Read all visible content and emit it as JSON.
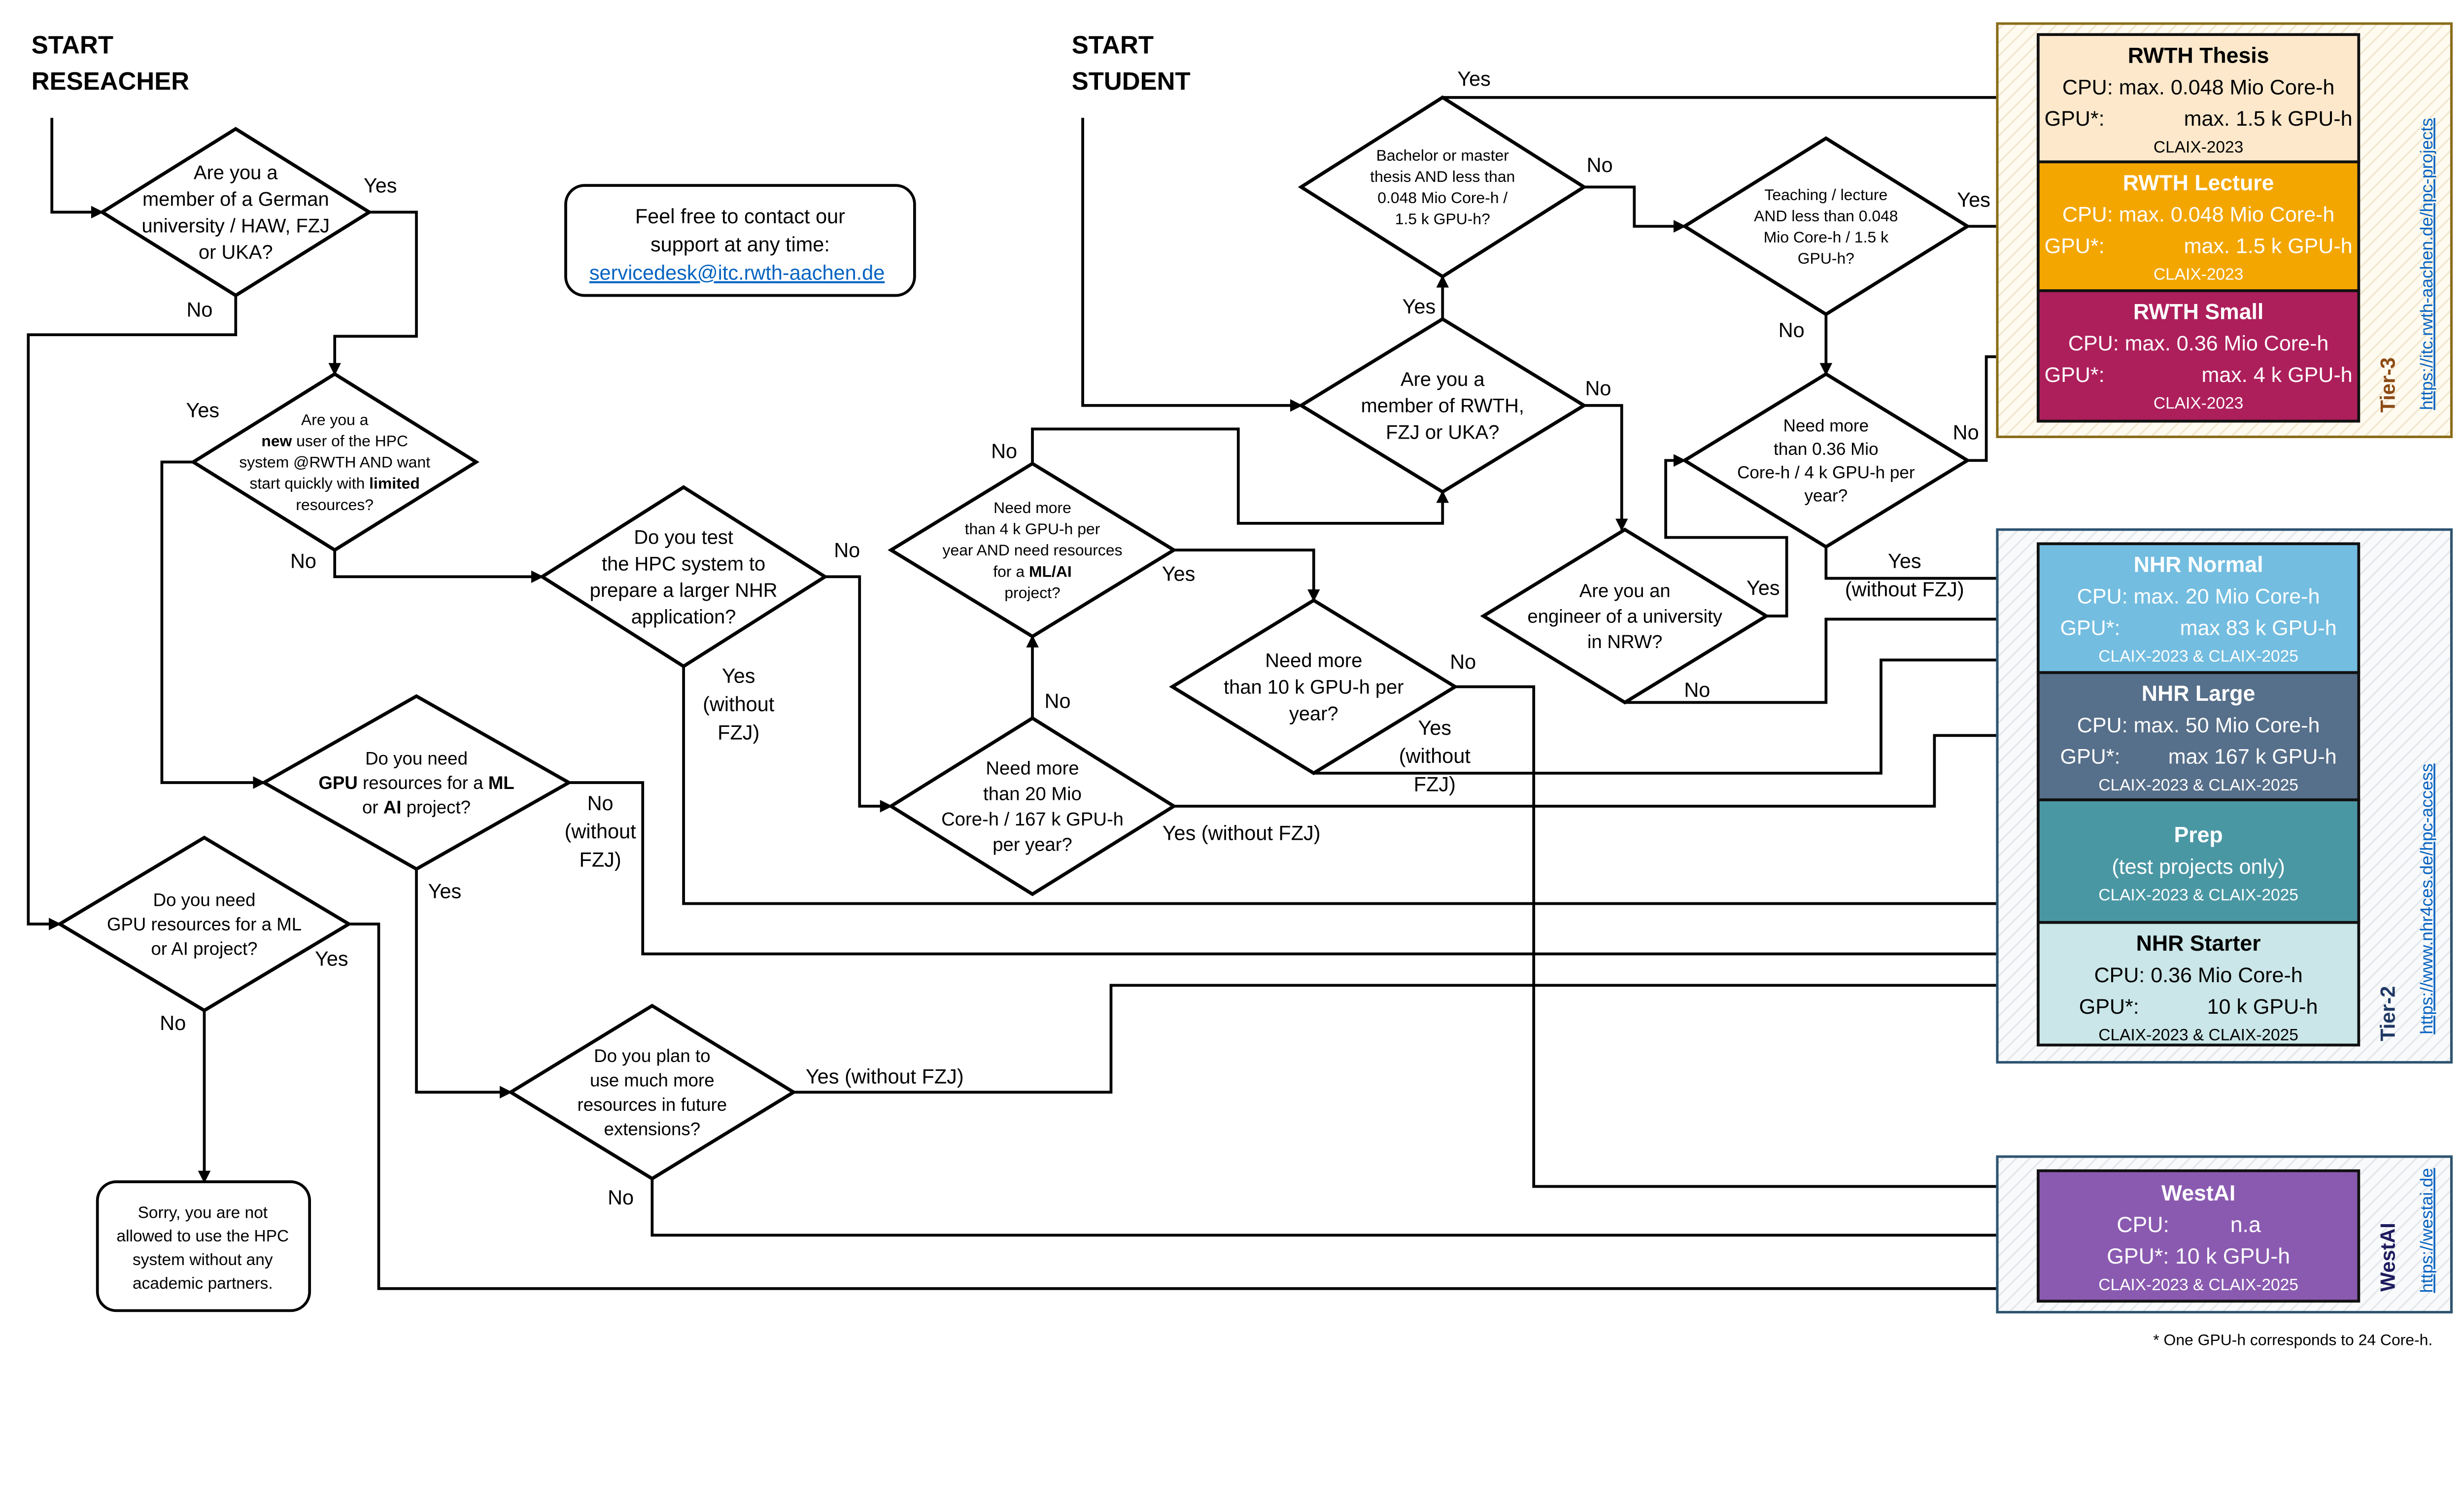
{
  "titles": {
    "researcher": [
      "START",
      "RESEACHER"
    ],
    "student": [
      "START",
      "STUDENT"
    ]
  },
  "contact": {
    "lines": [
      "Feel free to contact our",
      "support at any time:"
    ],
    "email": "servicedesk@itc.rwth-aachen.de"
  },
  "sorry": [
    "Sorry, you are not",
    "allowed to use the HPC",
    "system without any",
    "academic partners."
  ],
  "decisions": {
    "german_member": [
      "Are you a",
      "member of a German",
      "university / HAW, FZJ",
      "or UKA?"
    ],
    "new_user": [
      "Are you a",
      [
        [
          "new",
          true
        ],
        [
          " user of the HPC",
          false
        ]
      ],
      "system @RWTH AND want",
      [
        [
          "start quickly with ",
          false
        ],
        [
          "limited",
          true
        ]
      ],
      "resources?"
    ],
    "test_hpc": [
      "Do you test",
      "the HPC system to",
      "prepare a larger NHR",
      "application?"
    ],
    "gpu_ml": [
      "Do you need",
      [
        [
          "GPU",
          true
        ],
        [
          " resources for a ",
          false
        ],
        [
          "ML",
          true
        ]
      ],
      [
        [
          "or ",
          false
        ],
        [
          "AI",
          true
        ],
        [
          " project?",
          false
        ]
      ]
    ],
    "gpu_ml_left": [
      "Do you need",
      "GPU resources for a ML",
      "or AI project?"
    ],
    "future": [
      "Do you plan to",
      "use much more",
      "resources in future",
      "extensions?"
    ],
    "more20": [
      "Need more",
      "than 20 Mio",
      "Core-h / 167 k GPU-h",
      "per year?"
    ],
    "more4k": [
      "Need more",
      "than 4 k GPU-h per",
      "year AND need resources",
      [
        [
          "for a ",
          false
        ],
        [
          "ML/AI",
          true
        ]
      ],
      "project?"
    ],
    "more10k": [
      "Need more",
      "than 10 k GPU-h per",
      "year?"
    ],
    "member_rwth": [
      "Are you a",
      "member of RWTH,",
      "FZJ or UKA?"
    ],
    "thesis": [
      "Bachelor or master",
      "thesis AND less than",
      "0.048 Mio Core-h /",
      "1.5 k GPU-h?"
    ],
    "teaching": [
      "Teaching / lecture",
      "AND less than 0.048",
      "Mio Core-h / 1.5 k",
      "GPU-h?"
    ],
    "more036": [
      "Need more",
      "than 0.36 Mio",
      "Core-h / 4 k GPU-h per",
      "year?"
    ],
    "engineer": [
      "Are you an",
      "engineer of a university",
      "in NRW?"
    ]
  },
  "edge_labels": {
    "german_member_yes": [
      "Yes"
    ],
    "german_member_no": [
      "No"
    ],
    "new_user_yes": [
      "Yes"
    ],
    "new_user_no": [
      "No"
    ],
    "test_hpc_no": [
      "No"
    ],
    "test_hpc_yes": [
      "Yes",
      "(without",
      "FZJ)"
    ],
    "gpu_ml_no": [
      "No",
      "(without",
      "FZJ)"
    ],
    "gpu_ml_yes": [
      "Yes"
    ],
    "gpu_ml_left_yes": [
      "Yes"
    ],
    "gpu_ml_left_no": [
      "No"
    ],
    "future_yes": [
      "Yes (without  FZJ)"
    ],
    "future_no": [
      "No"
    ],
    "more20_yes": [
      "Yes (without FZJ)"
    ],
    "more20_no": [
      "No"
    ],
    "more4k_yes": [
      "Yes"
    ],
    "more4k_no": [
      "No"
    ],
    "more10k_no": [
      "No"
    ],
    "more10k_yes": [
      "Yes",
      "(without",
      "FZJ)"
    ],
    "member_rwth_yes": [
      "Yes"
    ],
    "member_rwth_no": [
      "No"
    ],
    "thesis_yes": [
      "Yes"
    ],
    "thesis_no": [
      "No"
    ],
    "teaching_yes": [
      "Yes"
    ],
    "teaching_no": [
      "No"
    ],
    "more036_no": [
      "No"
    ],
    "more036_yes": [
      "Yes",
      "(without FZJ)"
    ],
    "engineer_yes": [
      "Yes"
    ],
    "engineer_no": [
      "No"
    ]
  },
  "tiers": {
    "tier3": {
      "label": "Tier-3",
      "url": "https://itc.rwth-aachen.de/hpc-projects",
      "label_color": "#8b4a14",
      "frame_color": "#8a6d1a",
      "boxes": [
        {
          "name": "RWTH Thesis",
          "cpu": "CPU: max. 0.048 Mio Core-h",
          "gpu_label": "GPU*:",
          "gpu_value": "max. 1.5 k GPU-h",
          "systems": "CLAIX-2023",
          "bg": "#fde8cb",
          "fg": "#000000"
        },
        {
          "name": "RWTH Lecture",
          "cpu": "CPU: max. 0.048 Mio Core-h",
          "gpu_label": "GPU*:",
          "gpu_value": "max. 1.5 k GPU-h",
          "systems": "CLAIX-2023",
          "bg": "#f3a600",
          "fg": "#ffffff"
        },
        {
          "name": "RWTH Small",
          "cpu": "CPU: max. 0.36 Mio Core-h",
          "gpu_label": "GPU*:",
          "gpu_value": "max. 4 k GPU-h",
          "systems": "CLAIX-2023",
          "bg": "#ad1f5b",
          "fg": "#ffffff"
        }
      ]
    },
    "tier2": {
      "label": "Tier-2",
      "url": "https://www.nhr4ces.de/hpc-access",
      "label_color": "#1f3864",
      "frame_color": "#2e5470",
      "boxes": [
        {
          "name": "NHR Normal",
          "cpu": "CPU: max. 20 Mio Core-h",
          "gpu_label": "GPU*:",
          "gpu_value": "max 83 k GPU-h",
          "systems": "CLAIX-2023 & CLAIX-2025",
          "bg": "#73bde0",
          "fg": "#ffffff"
        },
        {
          "name": "NHR Large",
          "cpu": "CPU: max. 50 Mio Core-h",
          "gpu_label": "GPU*:",
          "gpu_value": "max 167 k GPU-h",
          "systems": "CLAIX-2023 & CLAIX-2025",
          "bg": "#566f8a",
          "fg": "#ffffff"
        },
        {
          "name": "Prep",
          "cpu": "(test projects only)",
          "systems": "CLAIX-2023 & CLAIX-2025",
          "bg": "#4a97a4",
          "fg": "#ffffff"
        },
        {
          "name": "NHR Starter",
          "cpu": "CPU:  0.36 Mio Core-h",
          "gpu_label": "GPU*:",
          "gpu_value": "10 k GPU-h",
          "systems": "CLAIX-2023 & CLAIX-2025",
          "bg": "#cae6e8",
          "fg": "#000000"
        }
      ]
    },
    "westai": {
      "label": "WestAI",
      "url": "https://westai.de",
      "label_color": "#1e1b5e",
      "frame_color": "#2e5470",
      "boxes": [
        {
          "name": "WestAI",
          "cpu_label": "CPU:",
          "cpu_value": "n.a",
          "gpu": "GPU*: 10 k GPU-h",
          "systems": "CLAIX-2023 & CLAIX-2025",
          "bg": "#8a5ab0",
          "fg": "#ffffff"
        }
      ]
    }
  },
  "footnote": "* One GPU-h corresponds to 24 Core-h."
}
